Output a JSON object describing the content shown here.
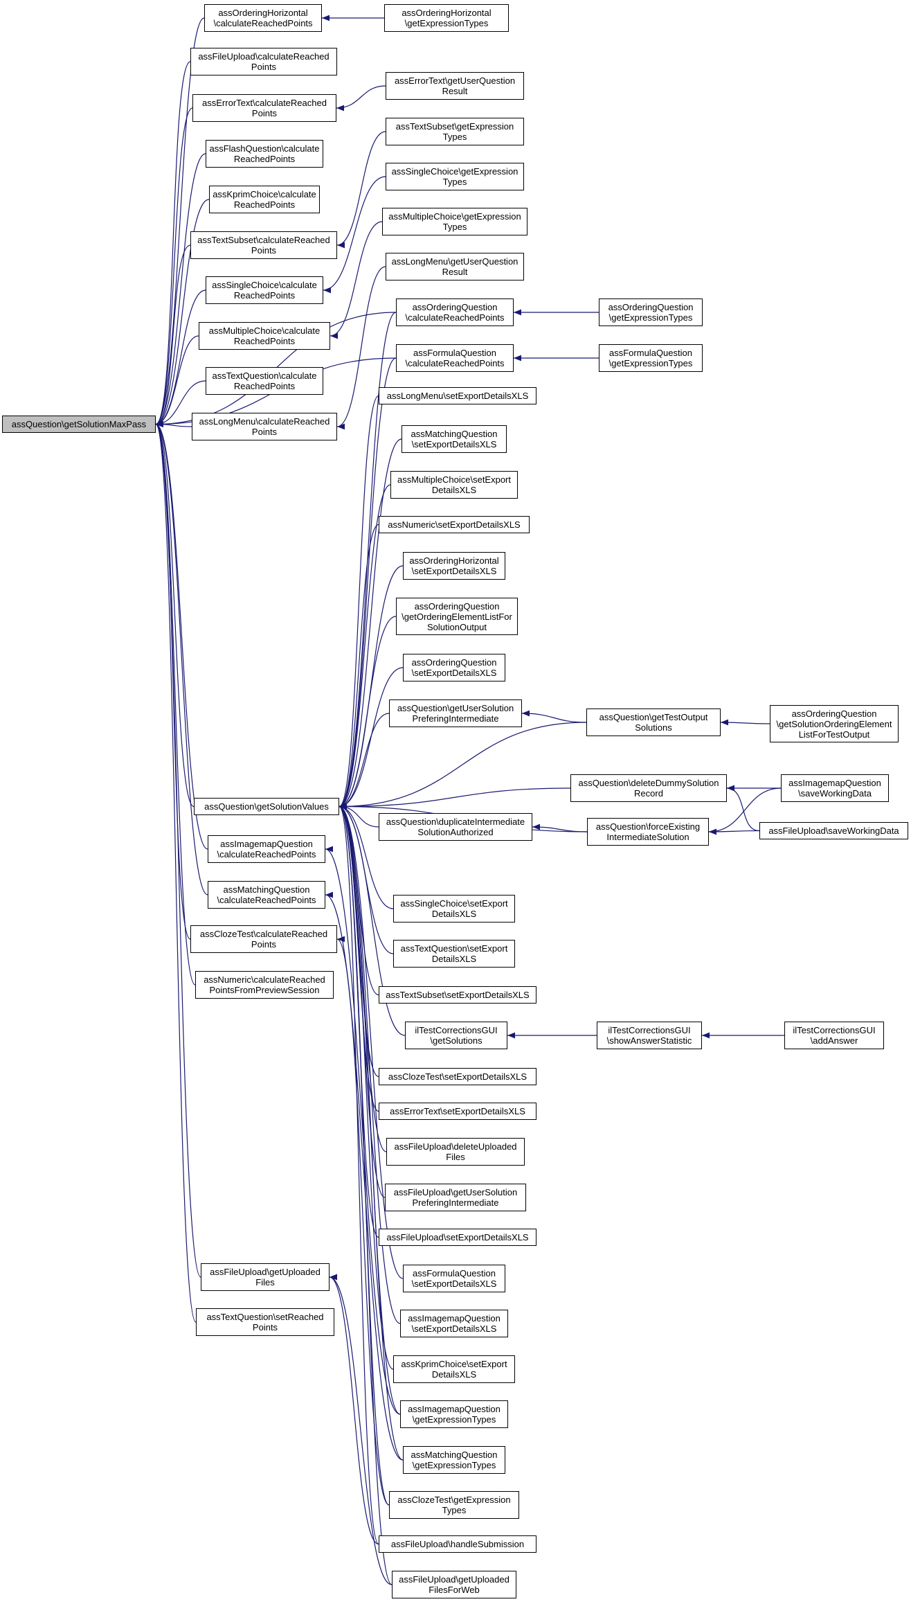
{
  "diagram": {
    "colors": {
      "edge": "#191970",
      "root_fill": "#bfbfbf",
      "node_fill": "#ffffff",
      "border": "#000000"
    },
    "nodes": [
      {
        "id": "root",
        "label": "assQuestion\\getSolutionMaxPass"
      },
      {
        "id": "ordHorCalc",
        "label": "assOrderingHorizontal\n\\calculateReachedPoints"
      },
      {
        "id": "ordHorExpr",
        "label": "assOrderingHorizontal\n\\getExpressionTypes"
      },
      {
        "id": "fileUpCalc",
        "label": "assFileUpload\\calculateReached\nPoints"
      },
      {
        "id": "errTextCalc",
        "label": "assErrorText\\calculateReached\nPoints"
      },
      {
        "id": "errTextResult",
        "label": "assErrorText\\getUserQuestion\nResult"
      },
      {
        "id": "flashCalc",
        "label": "assFlashQuestion\\calculate\nReachedPoints"
      },
      {
        "id": "kprimCalc",
        "label": "assKprimChoice\\calculate\nReachedPoints"
      },
      {
        "id": "textSubCalc",
        "label": "assTextSubset\\calculateReached\nPoints"
      },
      {
        "id": "textSubExpr",
        "label": "assTextSubset\\getExpression\nTypes"
      },
      {
        "id": "singleCalc",
        "label": "assSingleChoice\\calculate\nReachedPoints"
      },
      {
        "id": "singleExpr",
        "label": "assSingleChoice\\getExpression\nTypes"
      },
      {
        "id": "multiCalc",
        "label": "assMultipleChoice\\calculate\nReachedPoints"
      },
      {
        "id": "multiExpr",
        "label": "assMultipleChoice\\getExpression\nTypes"
      },
      {
        "id": "textQCalc",
        "label": "assTextQuestion\\calculate\nReachedPoints"
      },
      {
        "id": "longMenuCalc",
        "label": "assLongMenu\\calculateReached\nPoints"
      },
      {
        "id": "longMenuResult",
        "label": "assLongMenu\\getUserQuestion\nResult"
      },
      {
        "id": "ordQCalc",
        "label": "assOrderingQuestion\n\\calculateReachedPoints"
      },
      {
        "id": "ordQExpr",
        "label": "assOrderingQuestion\n\\getExpressionTypes"
      },
      {
        "id": "formCalc",
        "label": "assFormulaQuestion\n\\calculateReachedPoints"
      },
      {
        "id": "formExpr",
        "label": "assFormulaQuestion\n\\getExpressionTypes"
      },
      {
        "id": "longMenuXLS",
        "label": "assLongMenu\\setExportDetailsXLS"
      },
      {
        "id": "matchXLS",
        "label": "assMatchingQuestion\n\\setExportDetailsXLS"
      },
      {
        "id": "multiXLS",
        "label": "assMultipleChoice\\setExport\nDetailsXLS"
      },
      {
        "id": "numXLS",
        "label": "assNumeric\\setExportDetailsXLS"
      },
      {
        "id": "ordHorXLS",
        "label": "assOrderingHorizontal\n\\setExportDetailsXLS"
      },
      {
        "id": "ordQElemList",
        "label": "assOrderingQuestion\n\\getOrderingElementListFor\nSolutionOutput"
      },
      {
        "id": "ordQXLS",
        "label": "assOrderingQuestion\n\\setExportDetailsXLS"
      },
      {
        "id": "userSolPref",
        "label": "assQuestion\\getUserSolution\nPreferingIntermediate"
      },
      {
        "id": "testOutSol",
        "label": "assQuestion\\getTestOutput\nSolutions"
      },
      {
        "id": "ordQSolElem",
        "label": "assOrderingQuestion\n\\getSolutionOrderingElement\nListForTestOutput"
      },
      {
        "id": "getSolVals",
        "label": "assQuestion\\getSolutionValues"
      },
      {
        "id": "delDummy",
        "label": "assQuestion\\deleteDummySolution\nRecord"
      },
      {
        "id": "imgSave",
        "label": "assImagemapQuestion\n\\saveWorkingData"
      },
      {
        "id": "dupInter",
        "label": "assQuestion\\duplicateIntermediate\nSolutionAuthorized"
      },
      {
        "id": "forceExist",
        "label": "assQuestion\\forceExisting\nIntermediateSolution"
      },
      {
        "id": "fileSave",
        "label": "assFileUpload\\saveWorkingData"
      },
      {
        "id": "imgCalc",
        "label": "assImagemapQuestion\n\\calculateReachedPoints"
      },
      {
        "id": "matchCalc",
        "label": "assMatchingQuestion\n\\calculateReachedPoints"
      },
      {
        "id": "clozeCalc",
        "label": "assClozeTest\\calculateReached\nPoints"
      },
      {
        "id": "numCalcPrev",
        "label": "assNumeric\\calculateReached\nPointsFromPreviewSession"
      },
      {
        "id": "singleXLS",
        "label": "assSingleChoice\\setExport\nDetailsXLS"
      },
      {
        "id": "textQXLS",
        "label": "assTextQuestion\\setExport\nDetailsXLS"
      },
      {
        "id": "textSubXLS",
        "label": "assTextSubset\\setExportDetailsXLS"
      },
      {
        "id": "corrGetSol",
        "label": "ilTestCorrectionsGUI\n\\getSolutions"
      },
      {
        "id": "corrShow",
        "label": "ilTestCorrectionsGUI\n\\showAnswerStatistic"
      },
      {
        "id": "corrAdd",
        "label": "ilTestCorrectionsGUI\n\\addAnswer"
      },
      {
        "id": "clozeXLS",
        "label": "assClozeTest\\setExportDetailsXLS"
      },
      {
        "id": "errXLS",
        "label": "assErrorText\\setExportDetailsXLS"
      },
      {
        "id": "fileDel",
        "label": "assFileUpload\\deleteUploaded\nFiles"
      },
      {
        "id": "fileUserSol",
        "label": "assFileUpload\\getUserSolution\nPreferingIntermediate"
      },
      {
        "id": "fileXLS",
        "label": "assFileUpload\\setExportDetailsXLS"
      },
      {
        "id": "formXLS",
        "label": "assFormulaQuestion\n\\setExportDetailsXLS"
      },
      {
        "id": "imgXLS",
        "label": "assImagemapQuestion\n\\setExportDetailsXLS"
      },
      {
        "id": "kprimXLS",
        "label": "assKprimChoice\\setExport\nDetailsXLS"
      },
      {
        "id": "fileGetUp",
        "label": "assFileUpload\\getUploaded\nFiles"
      },
      {
        "id": "textQSet",
        "label": "assTextQuestion\\setReached\nPoints"
      },
      {
        "id": "imgExpr",
        "label": "assImagemapQuestion\n\\getExpressionTypes"
      },
      {
        "id": "matchExpr",
        "label": "assMatchingQuestion\n\\getExpressionTypes"
      },
      {
        "id": "clozeExpr",
        "label": "assClozeTest\\getExpression\nTypes"
      },
      {
        "id": "fileHandle",
        "label": "assFileUpload\\handleSubmission"
      },
      {
        "id": "fileGetUpWeb",
        "label": "assFileUpload\\getUploaded\nFilesForWeb"
      }
    ],
    "edges": [
      [
        "ordHorCalc",
        "root"
      ],
      [
        "fileUpCalc",
        "root"
      ],
      [
        "errTextCalc",
        "root"
      ],
      [
        "flashCalc",
        "root"
      ],
      [
        "kprimCalc",
        "root"
      ],
      [
        "textSubCalc",
        "root"
      ],
      [
        "singleCalc",
        "root"
      ],
      [
        "multiCalc",
        "root"
      ],
      [
        "textQCalc",
        "root"
      ],
      [
        "longMenuCalc",
        "root"
      ],
      [
        "ordQCalc",
        "root"
      ],
      [
        "formCalc",
        "root"
      ],
      [
        "getSolVals",
        "root"
      ],
      [
        "imgCalc",
        "root"
      ],
      [
        "matchCalc",
        "root"
      ],
      [
        "clozeCalc",
        "root"
      ],
      [
        "numCalcPrev",
        "root"
      ],
      [
        "fileGetUp",
        "root"
      ],
      [
        "textQSet",
        "root"
      ],
      [
        "ordHorExpr",
        "ordHorCalc"
      ],
      [
        "errTextResult",
        "errTextCalc"
      ],
      [
        "textSubExpr",
        "textSubCalc"
      ],
      [
        "singleExpr",
        "singleCalc"
      ],
      [
        "multiExpr",
        "multiCalc"
      ],
      [
        "longMenuResult",
        "longMenuCalc"
      ],
      [
        "ordQExpr",
        "ordQCalc"
      ],
      [
        "formExpr",
        "formCalc"
      ],
      [
        "ordQCalc",
        "getSolVals"
      ],
      [
        "formCalc",
        "getSolVals"
      ],
      [
        "longMenuXLS",
        "getSolVals"
      ],
      [
        "matchXLS",
        "getSolVals"
      ],
      [
        "multiXLS",
        "getSolVals"
      ],
      [
        "numXLS",
        "getSolVals"
      ],
      [
        "ordHorXLS",
        "getSolVals"
      ],
      [
        "ordQElemList",
        "getSolVals"
      ],
      [
        "ordQXLS",
        "getSolVals"
      ],
      [
        "userSolPref",
        "getSolVals"
      ],
      [
        "testOutSol",
        "getSolVals"
      ],
      [
        "delDummy",
        "getSolVals"
      ],
      [
        "dupInter",
        "getSolVals"
      ],
      [
        "forceExist",
        "getSolVals"
      ],
      [
        "singleXLS",
        "getSolVals"
      ],
      [
        "textQXLS",
        "getSolVals"
      ],
      [
        "textSubXLS",
        "getSolVals"
      ],
      [
        "corrGetSol",
        "getSolVals"
      ],
      [
        "clozeXLS",
        "getSolVals"
      ],
      [
        "errXLS",
        "getSolVals"
      ],
      [
        "fileDel",
        "getSolVals"
      ],
      [
        "fileUserSol",
        "getSolVals"
      ],
      [
        "fileXLS",
        "getSolVals"
      ],
      [
        "formXLS",
        "getSolVals"
      ],
      [
        "imgXLS",
        "getSolVals"
      ],
      [
        "kprimXLS",
        "getSolVals"
      ],
      [
        "imgExpr",
        "getSolVals"
      ],
      [
        "matchExpr",
        "getSolVals"
      ],
      [
        "clozeExpr",
        "getSolVals"
      ],
      [
        "fileHandle",
        "getSolVals"
      ],
      [
        "fileGetUpWeb",
        "getSolVals"
      ],
      [
        "testOutSol",
        "userSolPref"
      ],
      [
        "ordQSolElem",
        "testOutSol"
      ],
      [
        "imgSave",
        "delDummy"
      ],
      [
        "fileSave",
        "delDummy"
      ],
      [
        "forceExist",
        "dupInter"
      ],
      [
        "imgSave",
        "forceExist"
      ],
      [
        "fileSave",
        "forceExist"
      ],
      [
        "imgExpr",
        "imgCalc"
      ],
      [
        "matchExpr",
        "matchCalc"
      ],
      [
        "clozeExpr",
        "clozeCalc"
      ],
      [
        "corrShow",
        "corrGetSol"
      ],
      [
        "corrAdd",
        "corrShow"
      ],
      [
        "fileHandle",
        "fileGetUp"
      ],
      [
        "fileGetUpWeb",
        "fileGetUp"
      ]
    ]
  }
}
